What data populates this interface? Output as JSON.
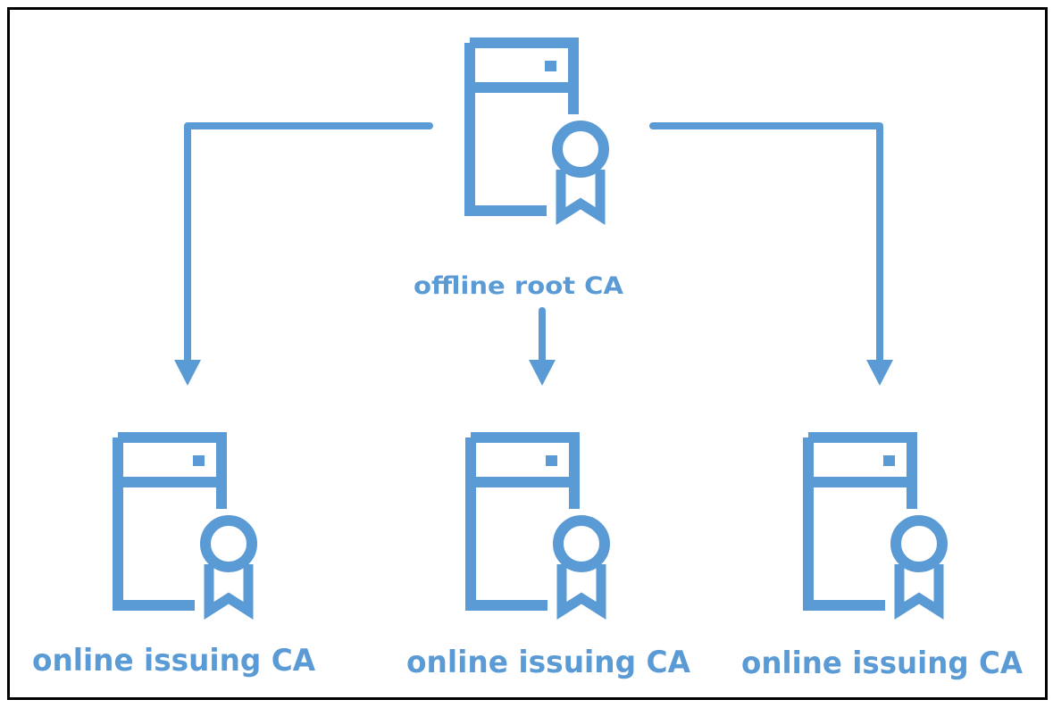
{
  "diagram": {
    "type": "ca-hierarchy",
    "accent_color": "#5B9BD5",
    "border_color": "#000000",
    "root": {
      "label": "offline root CA",
      "icon": "server-certificate-icon"
    },
    "children": [
      {
        "label": "online issuing CA",
        "icon": "server-certificate-icon"
      },
      {
        "label": "online issuing CA",
        "icon": "server-certificate-icon"
      },
      {
        "label": "online issuing CA",
        "icon": "server-certificate-icon"
      }
    ],
    "edges": [
      {
        "from": "root",
        "to": "child-0"
      },
      {
        "from": "root",
        "to": "child-1"
      },
      {
        "from": "root",
        "to": "child-2"
      }
    ]
  }
}
